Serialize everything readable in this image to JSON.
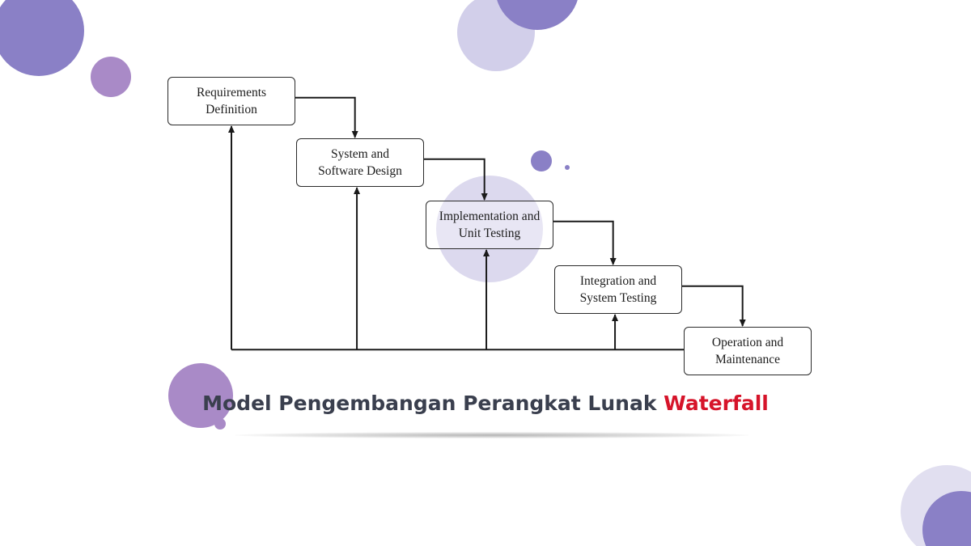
{
  "diagram": {
    "stages": [
      {
        "label": "Requirements\nDefinition"
      },
      {
        "label": "System and\nSoftware Design"
      },
      {
        "label": "Implementation and\nUnit Testing"
      },
      {
        "label": "Integration and\nSystem Testing"
      },
      {
        "label": "Operation and\nMaintenance"
      }
    ]
  },
  "caption": {
    "main": "Model Pengembangan Perangkat Lunak",
    "accent": "Waterfall"
  },
  "colors": {
    "bubble_dark": "#8a80c6",
    "bubble_light": "#d2cfea",
    "bubble_mauve": "#a98ac7",
    "line": "#1a1a1a",
    "caption_text": "#3a3f4e",
    "caption_accent": "#d6142a"
  }
}
